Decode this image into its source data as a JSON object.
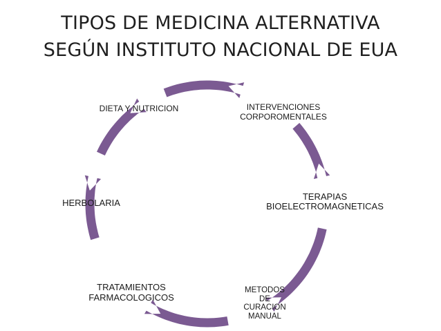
{
  "title": {
    "line1": "TIPOS DE MEDICINA ALTERNATIVA",
    "line2": "SEGÚN INSTITUTO NACIONAL DE EUA"
  },
  "colors": {
    "arrow": "#7b5a92",
    "text": "#1a1a1a"
  },
  "nodes": [
    {
      "id": "intervenciones",
      "lines": [
        "INTERVENCIONES",
        "CORPOROMENTALES"
      ]
    },
    {
      "id": "terapias",
      "lines": [
        "TERAPIAS",
        "BIOELECTROMAGNETICAS"
      ]
    },
    {
      "id": "metodos",
      "lines": [
        "METODOS",
        "DE",
        "CURACION",
        "MANUAL"
      ]
    },
    {
      "id": "tratamientos",
      "lines": [
        "TRATAMIENTOS",
        "FARMACOLOGICOS"
      ]
    },
    {
      "id": "herbolaria",
      "lines": [
        "HERBOLARIA"
      ]
    },
    {
      "id": "dieta",
      "lines": [
        "DIETA Y NUTRICION"
      ]
    }
  ]
}
